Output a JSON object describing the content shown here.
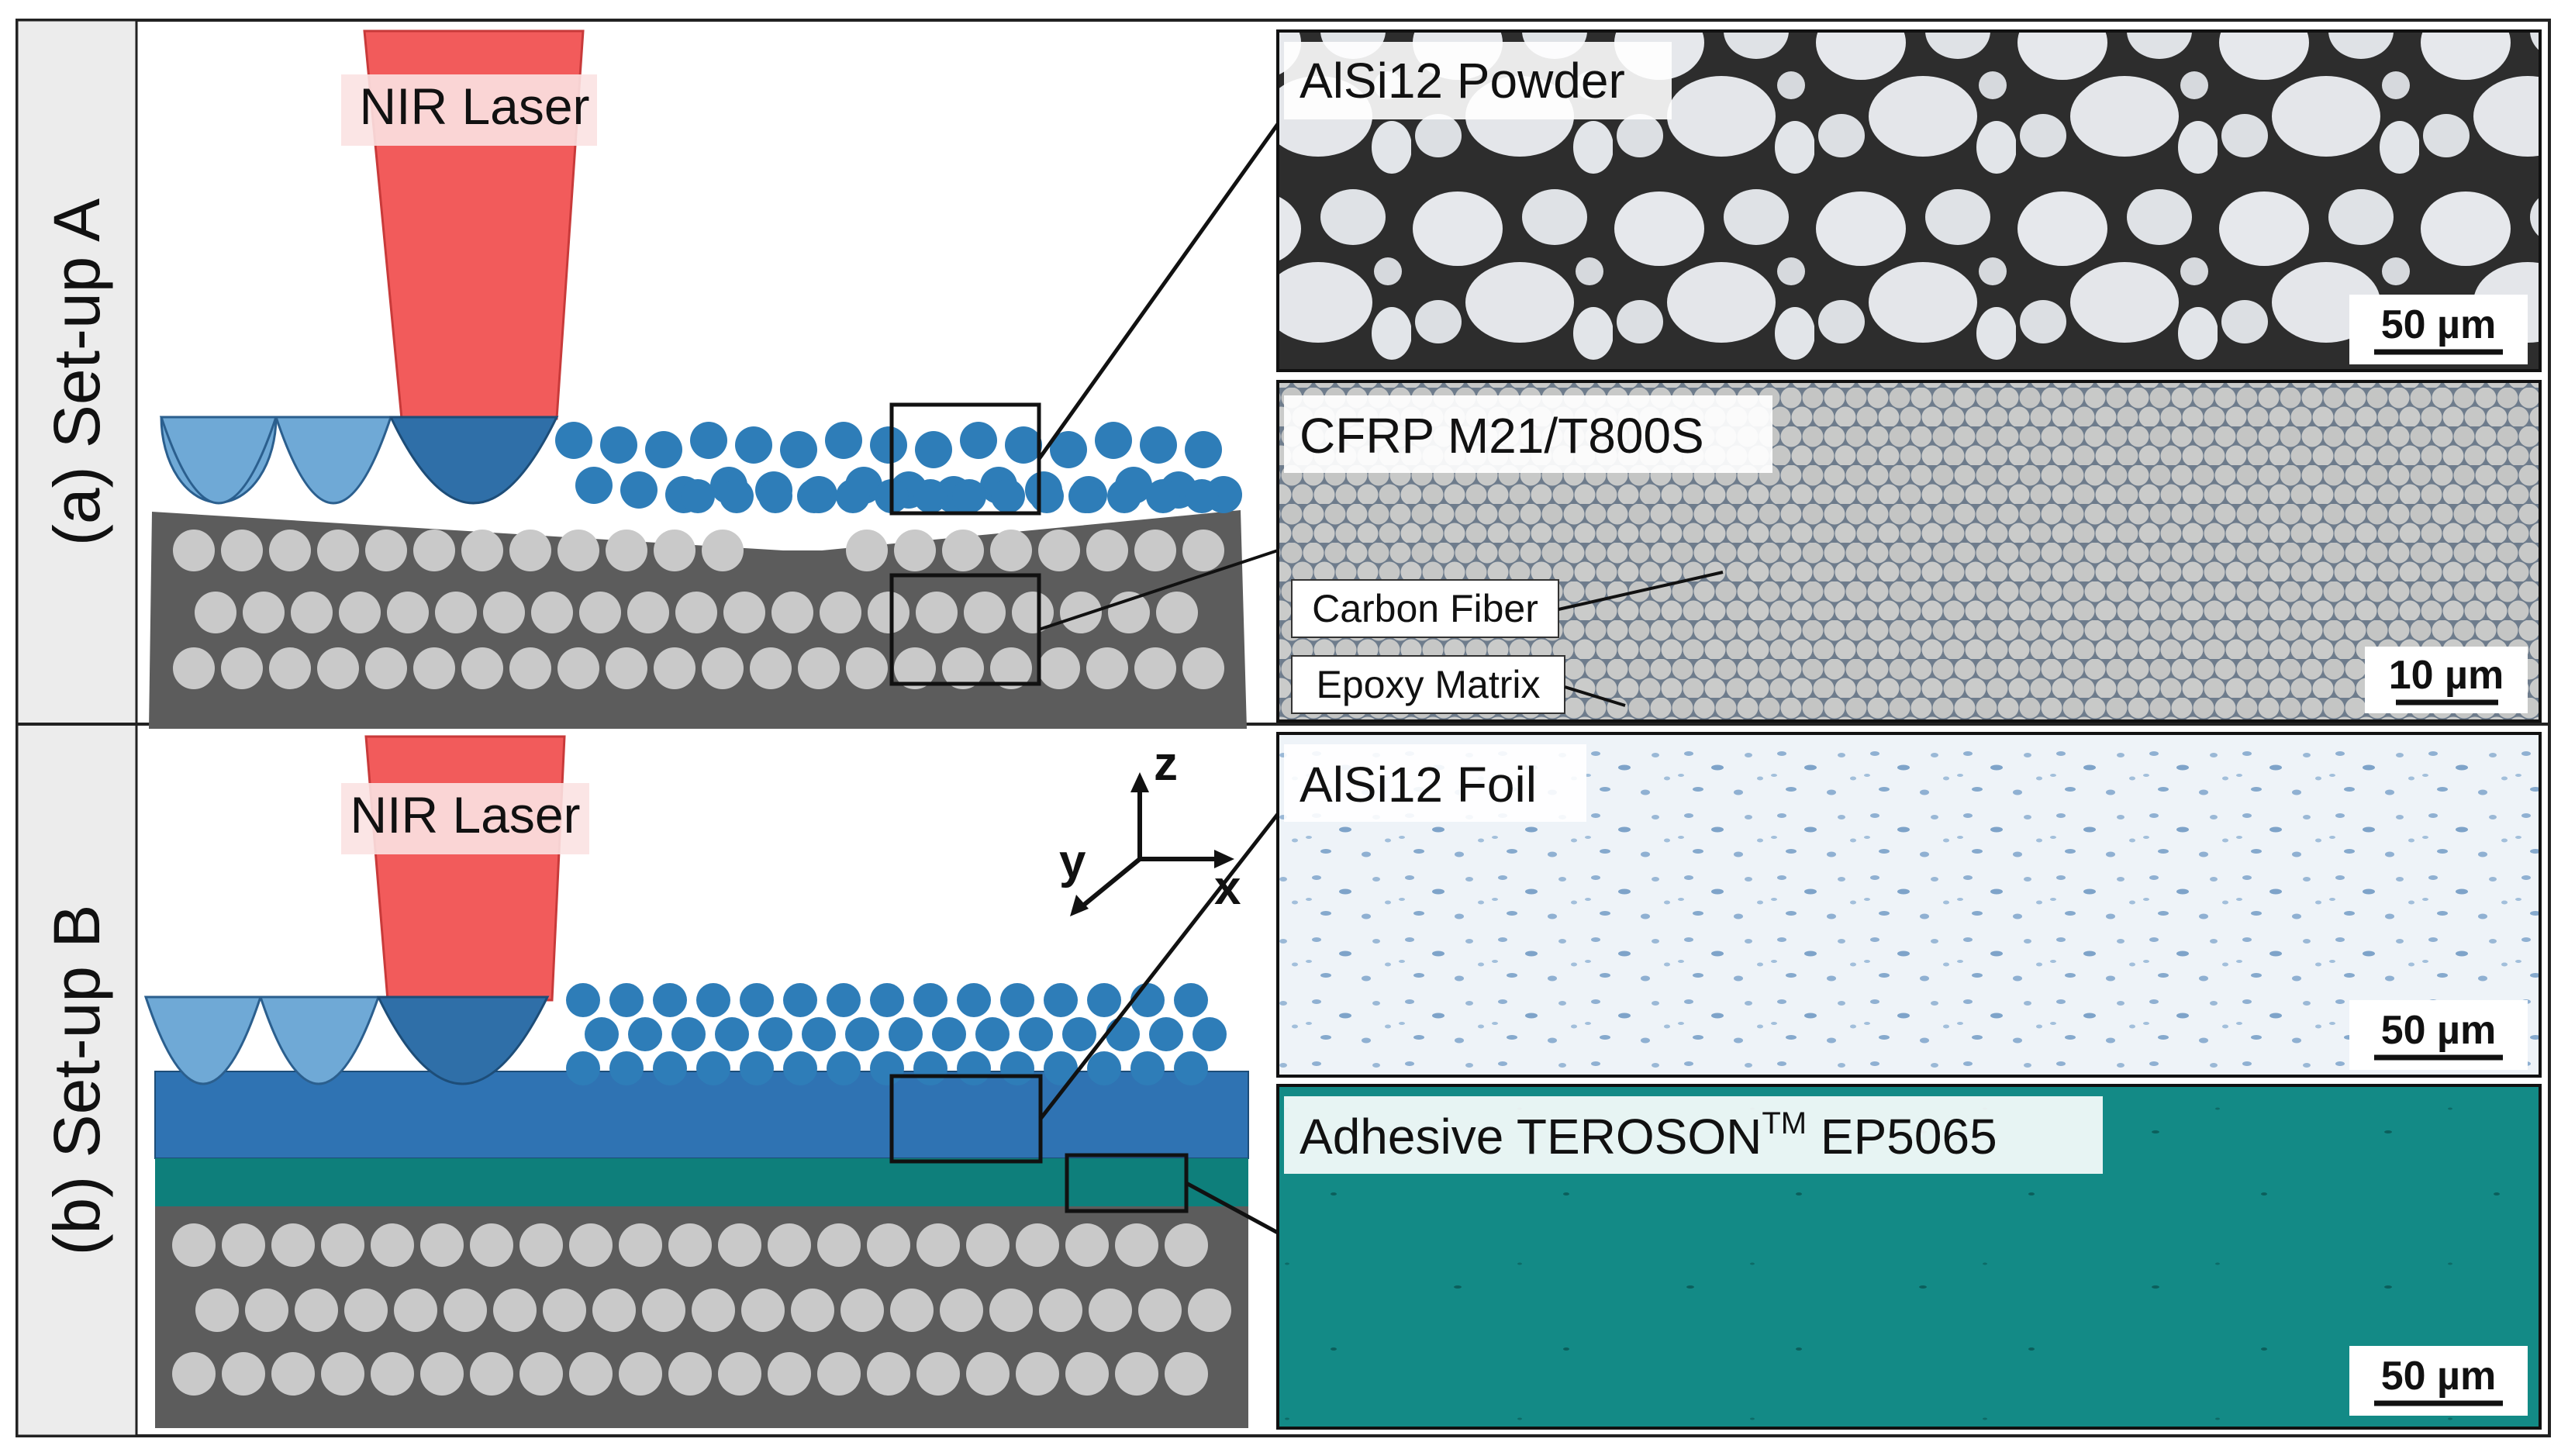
{
  "figure": {
    "panels": [
      {
        "id": "a",
        "side_label": "(a) Set-up A",
        "laser_label": "NIR Laser",
        "micrographs": [
          {
            "label": "AlSi12 Powder",
            "scale_bar": "50 µm"
          },
          {
            "label": "CFRP M21/T800S",
            "scale_bar": "10 µm",
            "annotations": [
              "Carbon Fiber",
              "Epoxy Matrix"
            ]
          }
        ]
      },
      {
        "id": "b",
        "side_label": "(b) Set-up B",
        "laser_label": "NIR Laser",
        "micrographs": [
          {
            "label": "AlSi12 Foil",
            "scale_bar": "50 µm"
          },
          {
            "label_main": "Adhesive TEROSON",
            "label_sup": "TM",
            "label_tail": " EP5065",
            "scale_bar": "50 µm"
          }
        ]
      }
    ],
    "axes": {
      "z": "z",
      "y": "y",
      "x": "x"
    }
  },
  "colors": {
    "laser": "#f25b5b",
    "powder_blue": "#2e7db8",
    "lens_light": "#6fa9d6",
    "lens_dark": "#2f6fa8",
    "cfrp_matrix": "#5c5c5c",
    "fiber_gray": "#c9c9c9",
    "foil_blue": "#2f73b3",
    "adhesive_teal": "#0e7f7b",
    "powder_micro_bg": "#2d2d2d",
    "cfrp_micro_bg": "#6c7a89",
    "foil_micro_bg": "#eef3f8",
    "adhesive_micro_bg": "#138a86"
  }
}
